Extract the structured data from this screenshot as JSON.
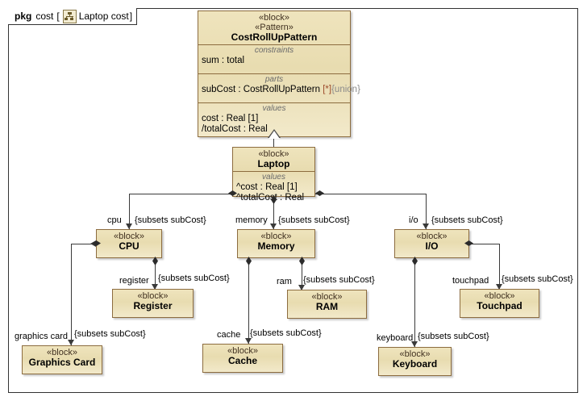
{
  "frame": {
    "keyword": "pkg",
    "package_name": "cost",
    "bracket_open": "[",
    "icon": "bdd-diagram-icon",
    "diagram_name": "Laptop cost",
    "bracket_close": "]"
  },
  "blocks": {
    "pattern": {
      "stereotype1": "«block»",
      "stereotype2": "«Pattern»",
      "name": "CostRollUpPattern",
      "compartments": [
        {
          "caption": "constraints",
          "rows": [
            {
              "text": "sum : total"
            }
          ]
        },
        {
          "caption": "parts",
          "rows": [
            {
              "text": "subCost : CostRollUpPattern",
              "mult": "[*]",
              "constraint": "{union}"
            }
          ]
        },
        {
          "caption": "values",
          "rows": [
            {
              "text": "cost : Real [1]"
            },
            {
              "text": "/totalCost : Real"
            }
          ]
        }
      ]
    },
    "laptop": {
      "stereotype": "«block»",
      "name": "Laptop",
      "compartment_caption": "values",
      "rows": [
        "^cost : Real [1]",
        "^totalCost : Real"
      ]
    },
    "cpu": {
      "stereotype": "«block»",
      "name": "CPU"
    },
    "memory": {
      "stereotype": "«block»",
      "name": "Memory"
    },
    "io": {
      "stereotype": "«block»",
      "name": "I/O"
    },
    "register": {
      "stereotype": "«block»",
      "name": "Register"
    },
    "ram": {
      "stereotype": "«block»",
      "name": "RAM"
    },
    "touchpad": {
      "stereotype": "«block»",
      "name": "Touchpad"
    },
    "graphics_card": {
      "stereotype": "«block»",
      "name": "Graphics Card"
    },
    "cache": {
      "stereotype": "«block»",
      "name": "Cache"
    },
    "keyboard": {
      "stereotype": "«block»",
      "name": "Keyboard"
    }
  },
  "edges": {
    "cpu": {
      "role": "cpu",
      "constraint": "{subsets subCost}"
    },
    "memory": {
      "role": "memory",
      "constraint": "{subsets subCost}"
    },
    "io": {
      "role": "i/o",
      "constraint": "{subsets subCost}"
    },
    "register": {
      "role": "register",
      "constraint": "{subsets subCost}"
    },
    "ram": {
      "role": "ram",
      "constraint": "{subsets subCost}"
    },
    "touchpad": {
      "role": "touchpad",
      "constraint": "{subsets subCost}"
    },
    "graphics_card": {
      "role": "graphics card",
      "constraint": "{subsets subCost}"
    },
    "cache": {
      "role": "cache",
      "constraint": "{subsets subCost}"
    },
    "keyboard": {
      "role": "keyboard",
      "constraint": "{subsets subCost}"
    }
  },
  "colors": {
    "block_fill": "#e9ddb2",
    "block_border": "#8c6c3f",
    "line": "#3a3a3a",
    "multiplicity": "#9c4a2a",
    "constraint": "#8a8a8a"
  }
}
